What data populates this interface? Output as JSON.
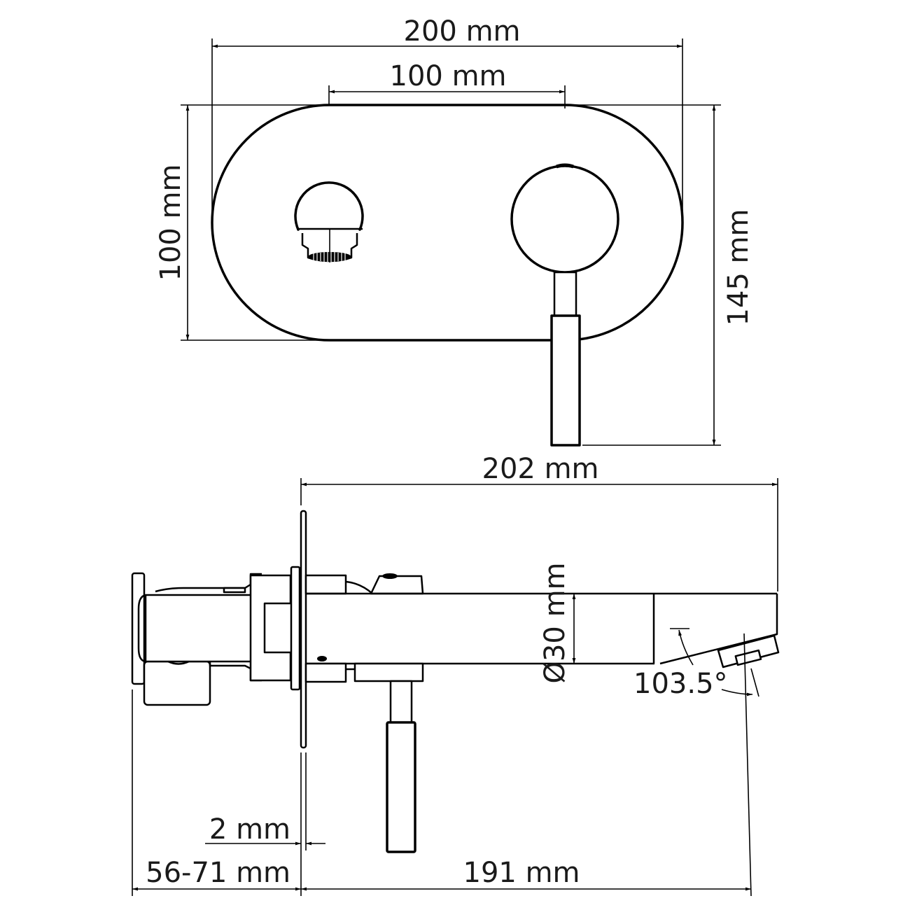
{
  "drawing": {
    "title": "Wall-mounted basin mixer — dimensional drawing",
    "line_color": "#000000",
    "background": "#ffffff",
    "front_view": {
      "dimensions": {
        "overall_width": "200 mm",
        "straight_section_width": "100 mm",
        "plate_height": "100 mm",
        "overall_height_with_lever": "145 mm"
      },
      "components": [
        "cover-plate",
        "spout-outlet-aerator",
        "handle-knob",
        "lever"
      ]
    },
    "side_view": {
      "dimensions": {
        "overall_projection": "202 mm",
        "spout_diameter": "Ø30 mm",
        "spout_angle": "103.5°",
        "plate_thickness": "2 mm",
        "wall_depth_range": "56-71 mm",
        "spout_reach": "191 mm"
      },
      "components": [
        "wall-box-body",
        "wall-plate",
        "spout",
        "aerator",
        "lever-side"
      ]
    }
  }
}
